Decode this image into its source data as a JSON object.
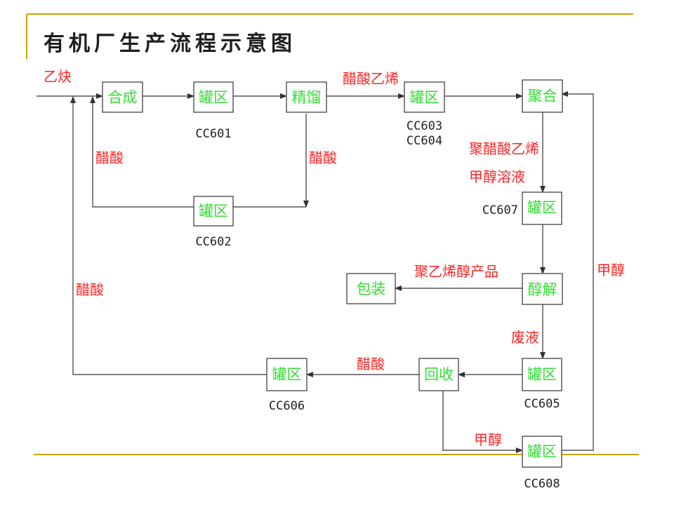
{
  "title": "有机厂生产流程示意图",
  "colors": {
    "box_label": "#33dd33",
    "flow_label": "#ff2222",
    "rule": "#c8a400"
  },
  "boxes": [
    {
      "id": "synthesis",
      "label": "合成"
    },
    {
      "id": "tank_cc601",
      "label": "罐区",
      "code": "CC601"
    },
    {
      "id": "rectification",
      "label": "精馏"
    },
    {
      "id": "tank_cc602",
      "label": "罐区",
      "code": "CC602"
    },
    {
      "id": "tank_cc603",
      "label": "罐区",
      "code": "CC603",
      "code2": "CC604"
    },
    {
      "id": "polymerization",
      "label": "聚合"
    },
    {
      "id": "tank_cc607",
      "label": "罐区",
      "code": "CC607"
    },
    {
      "id": "alcoholysis",
      "label": "醇解"
    },
    {
      "id": "packaging",
      "label": "包装"
    },
    {
      "id": "tank_cc605",
      "label": "罐区",
      "code": "CC605"
    },
    {
      "id": "recovery",
      "label": "回收"
    },
    {
      "id": "tank_cc606",
      "label": "罐区",
      "code": "CC606"
    },
    {
      "id": "tank_cc608",
      "label": "罐区",
      "code": "CC608"
    }
  ],
  "flow_labels": {
    "acetylene": "乙炔",
    "vinyl_acetate": "醋酸乙烯",
    "acetic_acid_left": "醋酸",
    "acetic_acid_mid": "醋酸",
    "pva_line1": "聚醋酸乙烯",
    "pva_line2": "甲醇溶液",
    "pva_product": "聚乙烯醇产品",
    "waste_liquid": "废液",
    "acetic_acid_return": "醋酸",
    "acetic_acid_bottom": "醋酸",
    "methanol_bottom": "甲醇",
    "methanol_right": "甲醇"
  }
}
